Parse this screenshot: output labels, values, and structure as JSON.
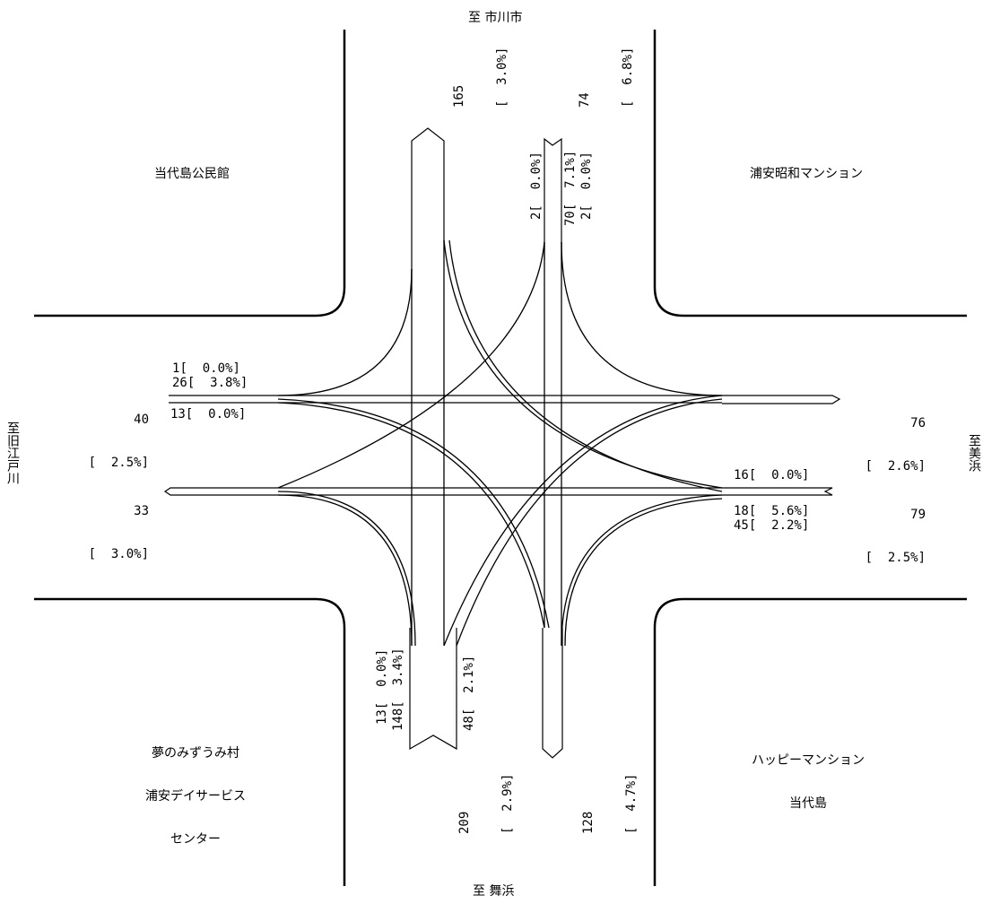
{
  "directions": {
    "north": "至 市川市",
    "south": "至 舞浜",
    "west": "至旧江戸川",
    "east": "至美浜"
  },
  "buildings": {
    "nw": "当代島公民館",
    "ne": "浦安昭和マンション",
    "sw": [
      "夢のみずうみ村",
      "浦安デイサービス",
      "センター"
    ],
    "se": [
      "ハッピーマンション",
      "当代島"
    ]
  },
  "approaches": {
    "north": {
      "out": {
        "count": "165",
        "pct": "[  3.0%]"
      },
      "in": {
        "count": "74",
        "pct": "[  6.8%]"
      },
      "moves": [
        {
          "count": "2",
          "pct": "[  0.0%]"
        },
        {
          "count": "70",
          "pct": "[  7.1%]"
        },
        {
          "count": "2",
          "pct": "[  0.0%]"
        }
      ]
    },
    "west": {
      "in": {
        "count": "40",
        "pct": "[  2.5%]"
      },
      "out": {
        "count": "33",
        "pct": "[  3.0%]"
      },
      "moves": [
        {
          "count": "1",
          "pct": "[  0.0%]"
        },
        {
          "count": "26",
          "pct": "[  3.8%]"
        },
        {
          "count": "13",
          "pct": "[  0.0%]"
        }
      ]
    },
    "east": {
      "out": {
        "count": "76",
        "pct": "[  2.6%]"
      },
      "in": {
        "count": "79",
        "pct": "[  2.5%]"
      },
      "moves": [
        {
          "count": "16",
          "pct": "[  0.0%]"
        },
        {
          "count": "18",
          "pct": "[  5.6%]"
        },
        {
          "count": "45",
          "pct": "[  2.2%]"
        }
      ]
    },
    "south": {
      "in": {
        "count": "209",
        "pct": "[  2.9%]"
      },
      "out": {
        "count": "128",
        "pct": "[  4.7%]"
      },
      "moves": [
        {
          "count": "13",
          "pct": "[  0.0%]"
        },
        {
          "count": "148",
          "pct": "[  3.4%]"
        },
        {
          "count": "48",
          "pct": "[  2.1%]"
        }
      ]
    }
  }
}
